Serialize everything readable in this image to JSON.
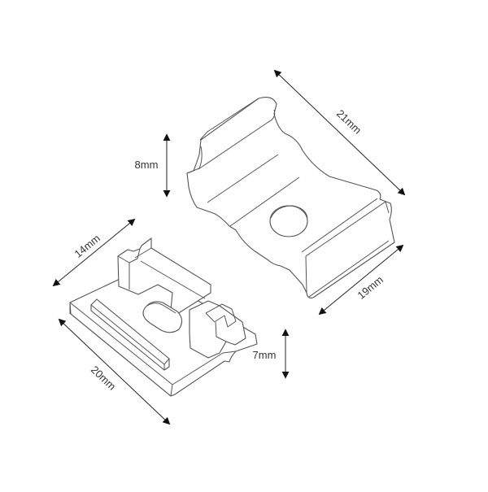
{
  "diagram": {
    "type": "technical-dimension-drawing",
    "background": "#ffffff",
    "line_color": "#555555",
    "components": [
      {
        "id": "metal-clip",
        "description": "Metal mounting clip with central screw hole",
        "dimensions": {
          "length": "21mm",
          "width": "19mm",
          "height": "8mm"
        }
      },
      {
        "id": "end-cap-base",
        "description": "Plastic mounting base with oval slot",
        "dimensions": {
          "length": "20mm",
          "width": "14mm",
          "height": "7mm"
        }
      }
    ],
    "labels": {
      "clip_length": "21mm",
      "clip_width": "19mm",
      "clip_height": "8mm",
      "base_width": "14mm",
      "base_length": "20mm",
      "base_height": "7mm"
    }
  }
}
